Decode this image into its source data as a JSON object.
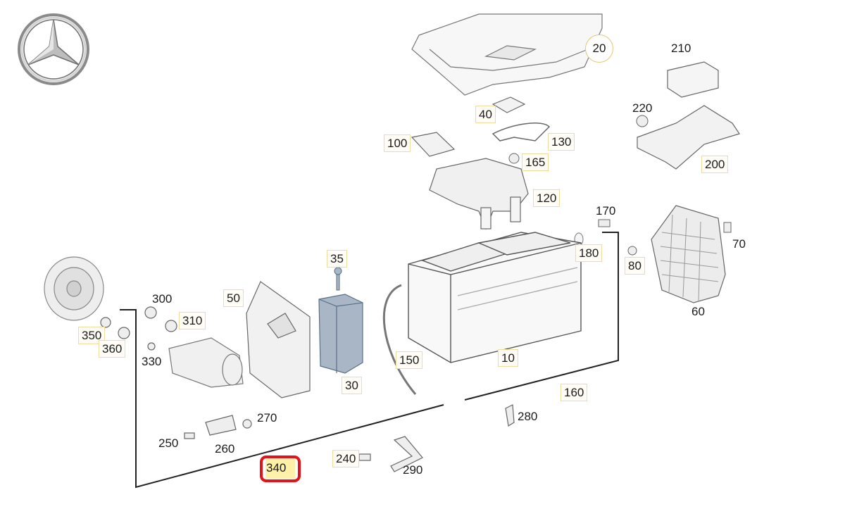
{
  "diagram": {
    "highlighted_part": "340",
    "parts": {
      "p10": "10",
      "p20": "20",
      "p30": "30",
      "p35": "35",
      "p40": "40",
      "p50": "50",
      "p60": "60",
      "p70": "70",
      "p80": "80",
      "p100": "100",
      "p120": "120",
      "p130": "130",
      "p150": "150",
      "p160": "160",
      "p165": "165",
      "p170": "170",
      "p180": "180",
      "p200": "200",
      "p210": "210",
      "p220": "220",
      "p240": "240",
      "p250": "250",
      "p260": "260",
      "p270": "270",
      "p280": "280",
      "p290": "290",
      "p300": "300",
      "p310": "310",
      "p330": "330",
      "p340": "340",
      "p350": "350",
      "p360": "360"
    }
  }
}
